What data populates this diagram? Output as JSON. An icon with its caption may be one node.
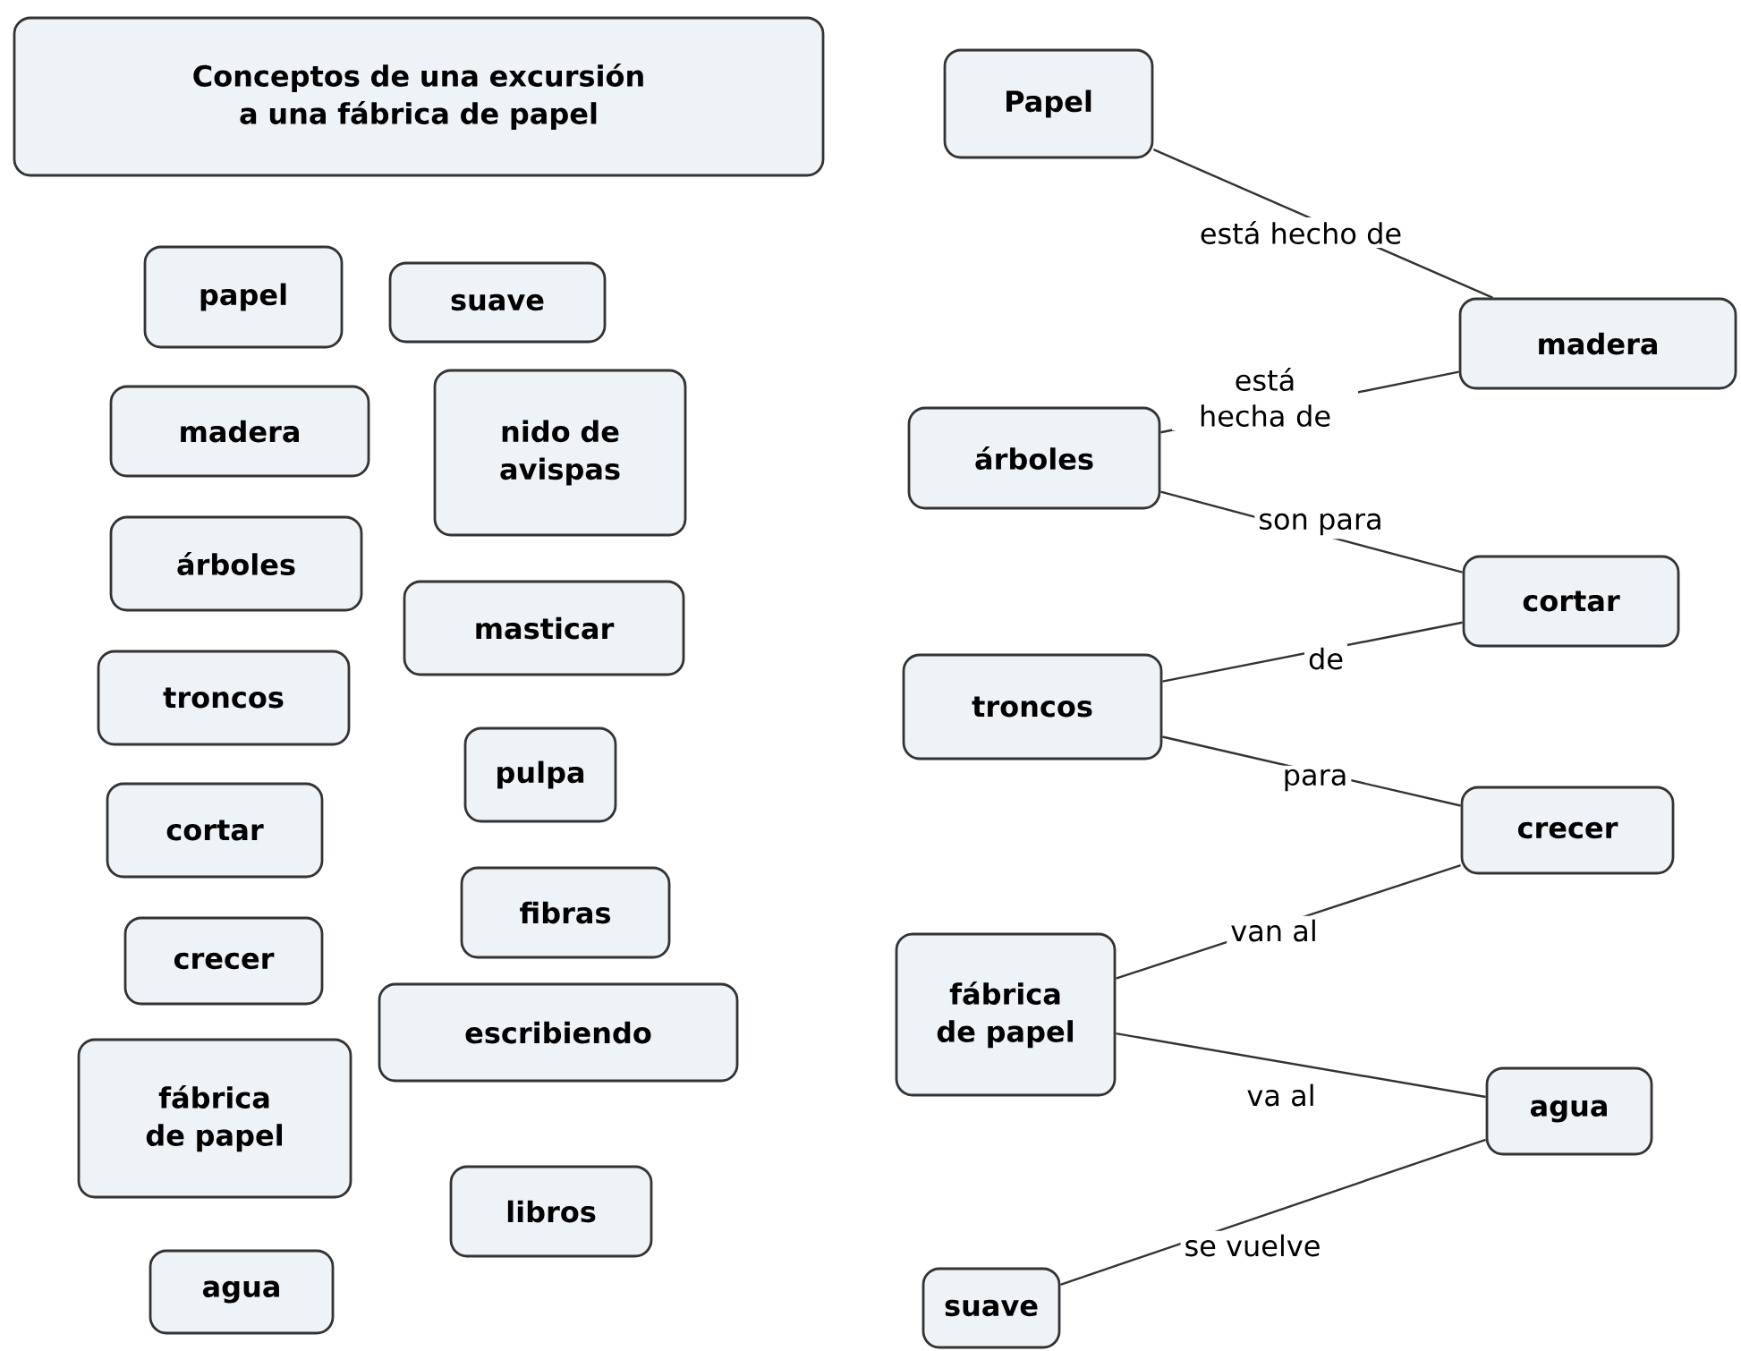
{
  "diagram": {
    "nodes": [
      {
        "text": [
          "Conceptos de una excursión a una fábrica de papel"
        ]
      },
      {
        "text": [
          "papel"
        ]
      },
      {
        "text": [
          "suave"
        ]
      },
      {
        "text": [
          "madera"
        ]
      },
      {
        "text": [
          "nido de avispas"
        ]
      },
      {
        "text": [
          "árboles"
        ]
      },
      {
        "text": [
          "masticar"
        ]
      },
      {
        "text": [
          "troncos"
        ]
      },
      {
        "text": [
          "pulpa"
        ]
      },
      {
        "text": [
          "cortar"
        ]
      },
      {
        "text": [
          "fibras"
        ]
      },
      {
        "text": [
          "crecer"
        ]
      },
      {
        "text": [
          "escribiendo"
        ]
      },
      {
        "text": [
          "fábrica de papel"
        ]
      },
      {
        "text": [
          "libros"
        ]
      },
      {
        "text": [
          "agua"
        ]
      },
      {
        "text": [
          "Papel"
        ]
      },
      {
        "text": [
          "madera"
        ]
      },
      {
        "text": [
          "árboles"
        ]
      },
      {
        "text": [
          "cortar"
        ]
      },
      {
        "text": [
          "troncos"
        ]
      },
      {
        "text": [
          "crecer"
        ]
      },
      {
        "text": [
          "fábrica de papel"
        ]
      },
      {
        "text": [
          "agua"
        ]
      },
      {
        "text": [
          "suave"
        ]
      }
    ],
    "edges": [
      {
        "from": 16,
        "to": 17,
        "arrow": "none",
        "label": "está hecho de"
      },
      {
        "from": 17,
        "to": 18,
        "arrow": "none",
        "label": "está hecha de"
      },
      {
        "from": 18,
        "to": 19,
        "arrow": "none",
        "label": "son para"
      },
      {
        "from": 20,
        "to": 19,
        "arrow": "none",
        "label": "de"
      },
      {
        "from": 20,
        "to": 21,
        "arrow": "none",
        "label": "para"
      },
      {
        "from": 21,
        "to": 22,
        "arrow": "none",
        "label": "van al"
      },
      {
        "from": 22,
        "to": 23,
        "arrow": "none",
        "label": "va al"
      },
      {
        "from": 23,
        "to": 24,
        "arrow": "none",
        "label": "se vuelve"
      }
    ]
  }
}
